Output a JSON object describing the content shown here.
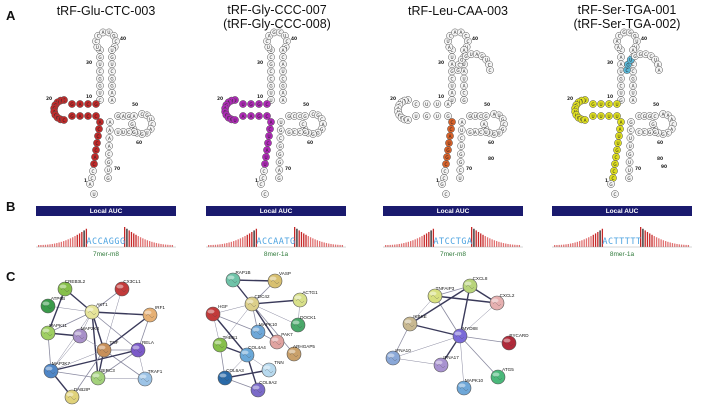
{
  "panels": {
    "A": "A",
    "B": "B",
    "C": "C"
  },
  "structures": [
    {
      "title_line1": "tRF-Glu-CTC-003",
      "title_line2": "",
      "highlight": "#c22a2a",
      "numbers": [
        "1",
        "10",
        "20",
        "30",
        "40",
        "50",
        "60",
        "70"
      ]
    },
    {
      "title_line1": "tRF-Gly-CCC-007",
      "title_line2": "(tRF-Gly-CCC-008)",
      "highlight": "#b02ab8",
      "numbers": [
        "1",
        "10",
        "20",
        "30",
        "40",
        "50",
        "60",
        "70"
      ]
    },
    {
      "title_line1": "tRF-Leu-CAA-003",
      "title_line2": "",
      "highlight": "#d9622a",
      "numbers": [
        "1",
        "10",
        "20",
        "30",
        "40",
        "50",
        "60",
        "70",
        "80"
      ]
    },
    {
      "title_line1": "tRF-Ser-TGA-001",
      "title_line2": "(tRF-Ser-TGA-002)",
      "highlight": "#e0e020",
      "numbers": [
        "1",
        "10",
        "20",
        "30",
        "40",
        "50",
        "60",
        "70",
        "80",
        "90"
      ]
    }
  ],
  "auc": [
    {
      "label": "Local AUC",
      "seed": "ACCAGGG",
      "site": "7mer-m8"
    },
    {
      "label": "Local AUC",
      "seed": "ACCAATG",
      "site": "8mer-1a"
    },
    {
      "label": "Local AUC",
      "seed": "ATCCTGA",
      "site": "7mer-m8"
    },
    {
      "label": "Local AUC",
      "seed": "ACTTTTT",
      "site": "8mer-1a"
    }
  ],
  "networks": [
    {
      "nodes": [
        {
          "id": "CREB3L2",
          "color": "#86bf4a"
        },
        {
          "id": "CX3CL1",
          "color": "#c23a3a"
        },
        {
          "id": "ATP6B",
          "color": "#3a9a4a"
        },
        {
          "id": "AKT1",
          "color": "#e6e49a"
        },
        {
          "id": "IRF1",
          "color": "#e6b074"
        },
        {
          "id": "MAPK11",
          "color": "#9fcf62"
        },
        {
          "id": "MAP2K4",
          "color": "#a890c9"
        },
        {
          "id": "TNF",
          "color": "#c8905a"
        },
        {
          "id": "RELA",
          "color": "#7b5ac8"
        },
        {
          "id": "MAP3K7",
          "color": "#4f86c6"
        },
        {
          "id": "BIRC3",
          "color": "#a3d17b"
        },
        {
          "id": "TRAF1",
          "color": "#9cc3e6"
        },
        {
          "id": "DAB2IP",
          "color": "#e0d27a"
        }
      ]
    },
    {
      "nodes": [
        {
          "id": "RAP1B",
          "color": "#6fc3a8"
        },
        {
          "id": "VASP",
          "color": "#d8c070"
        },
        {
          "id": "HGF",
          "color": "#c23a3a"
        },
        {
          "id": "CDC42",
          "color": "#dccf8a"
        },
        {
          "id": "ACTG1",
          "color": "#d8e08a"
        },
        {
          "id": "MAPK10",
          "color": "#6ea7d8"
        },
        {
          "id": "DOCK1",
          "color": "#4aa86a"
        },
        {
          "id": "THBS1",
          "color": "#86bf4a"
        },
        {
          "id": "PAK7",
          "color": "#e0a3a0"
        },
        {
          "id": "ARHGAP5",
          "color": "#c9a06a"
        },
        {
          "id": "COL4A4",
          "color": "#6aa8d8"
        },
        {
          "id": "COL6A3",
          "color": "#2a6aa8"
        },
        {
          "id": "TNN",
          "color": "#b7d9ee"
        },
        {
          "id": "COL9A2",
          "color": "#7a6ac8"
        }
      ]
    },
    {
      "nodes": [
        {
          "id": "CXCL8",
          "color": "#b8d47a"
        },
        {
          "id": "TNFAIP3",
          "color": "#d8e080"
        },
        {
          "id": "CXCL2",
          "color": "#e6b0b0"
        },
        {
          "id": "IKBKE",
          "color": "#c8b890"
        },
        {
          "id": "MYD88",
          "color": "#7a6ad8"
        },
        {
          "id": "PYCARD",
          "color": "#b02a3a"
        },
        {
          "id": "IFNA10",
          "color": "#8aa8d8"
        },
        {
          "id": "IFNA17",
          "color": "#a892d0"
        },
        {
          "id": "ATG5",
          "color": "#4ab87a"
        },
        {
          "id": "MAPK10",
          "color": "#6ea7d8"
        }
      ]
    }
  ]
}
